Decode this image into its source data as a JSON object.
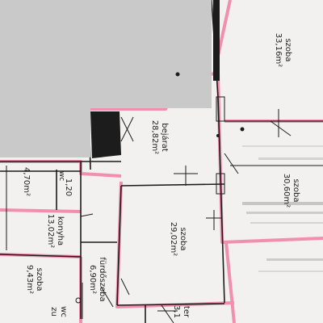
{
  "rooms": [
    {
      "name": "szoba",
      "area": "33,16m²"
    },
    {
      "name": "bejárat",
      "area": "28,82m²"
    },
    {
      "name": "szoba",
      "area": "30,60m²"
    },
    {
      "name": "szoba",
      "area": "29,02m²"
    },
    {
      "name": "konyha",
      "area": "13,02m²"
    },
    {
      "name": "",
      "area": "4,70m²"
    },
    {
      "name": "",
      "area": "1,20"
    },
    {
      "name": "fürdőszoba",
      "area": "6,90m²"
    },
    {
      "name": "szoba",
      "area": "9,43m²"
    }
  ],
  "partial_labels": {
    "wc_top": "wc",
    "wc_bottom": "wc",
    "bottom_left": "zu",
    "bottom_right": "3,1",
    "bottom_right_prefix": "ter"
  },
  "colors": {
    "paper": "#f2f1ef",
    "wall": "#1c1c1c",
    "highlight": "#f08fb0",
    "redaction": "#c9c9c9"
  }
}
